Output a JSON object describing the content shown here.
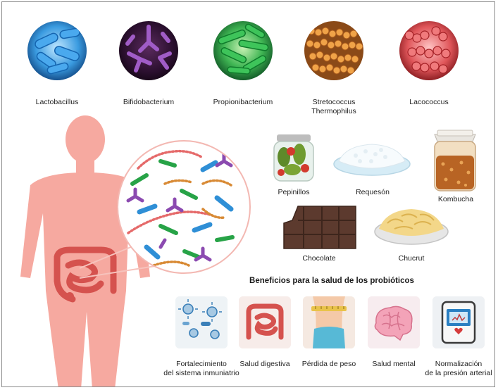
{
  "bacteria": [
    {
      "name": "Lactobacillus",
      "icon": "lactobacillus-icon"
    },
    {
      "name": "Bifidobacterium",
      "icon": "bifidobacterium-icon"
    },
    {
      "name": "Propionibacterium",
      "icon": "propionibacterium-icon"
    },
    {
      "name": "Stretococcus",
      "name2": "Thermophilus",
      "icon": "streptococcus-icon"
    },
    {
      "name": "Lacococcus",
      "icon": "lactococcus-icon"
    }
  ],
  "foods": {
    "pickles": "Pepinillos",
    "cottage": "Requesón",
    "kombucha": "Kombucha",
    "chocolate": "Chocolate",
    "sauerkraut": "Chucrut"
  },
  "benefits_title": "Beneficios para la salud de los probióticos",
  "benefits": [
    {
      "line1": "Fortalecimiento",
      "line2": "del sistema inmuniatrio"
    },
    {
      "line1": "Salud digestiva"
    },
    {
      "line1": "Pérdida de peso"
    },
    {
      "line1": "Salud mental"
    },
    {
      "line1": "Normalización",
      "line2": "de la presión arterial"
    }
  ],
  "colors": {
    "body": "#f6a9a0",
    "intestine": "#d5524e",
    "lactobacillus": "#2f8fd6",
    "bifidobacterium": "#8b4ab0",
    "propionibacterium": "#27a347",
    "streptococcus": "#d88a35",
    "lactococcus": "#d9464b"
  }
}
